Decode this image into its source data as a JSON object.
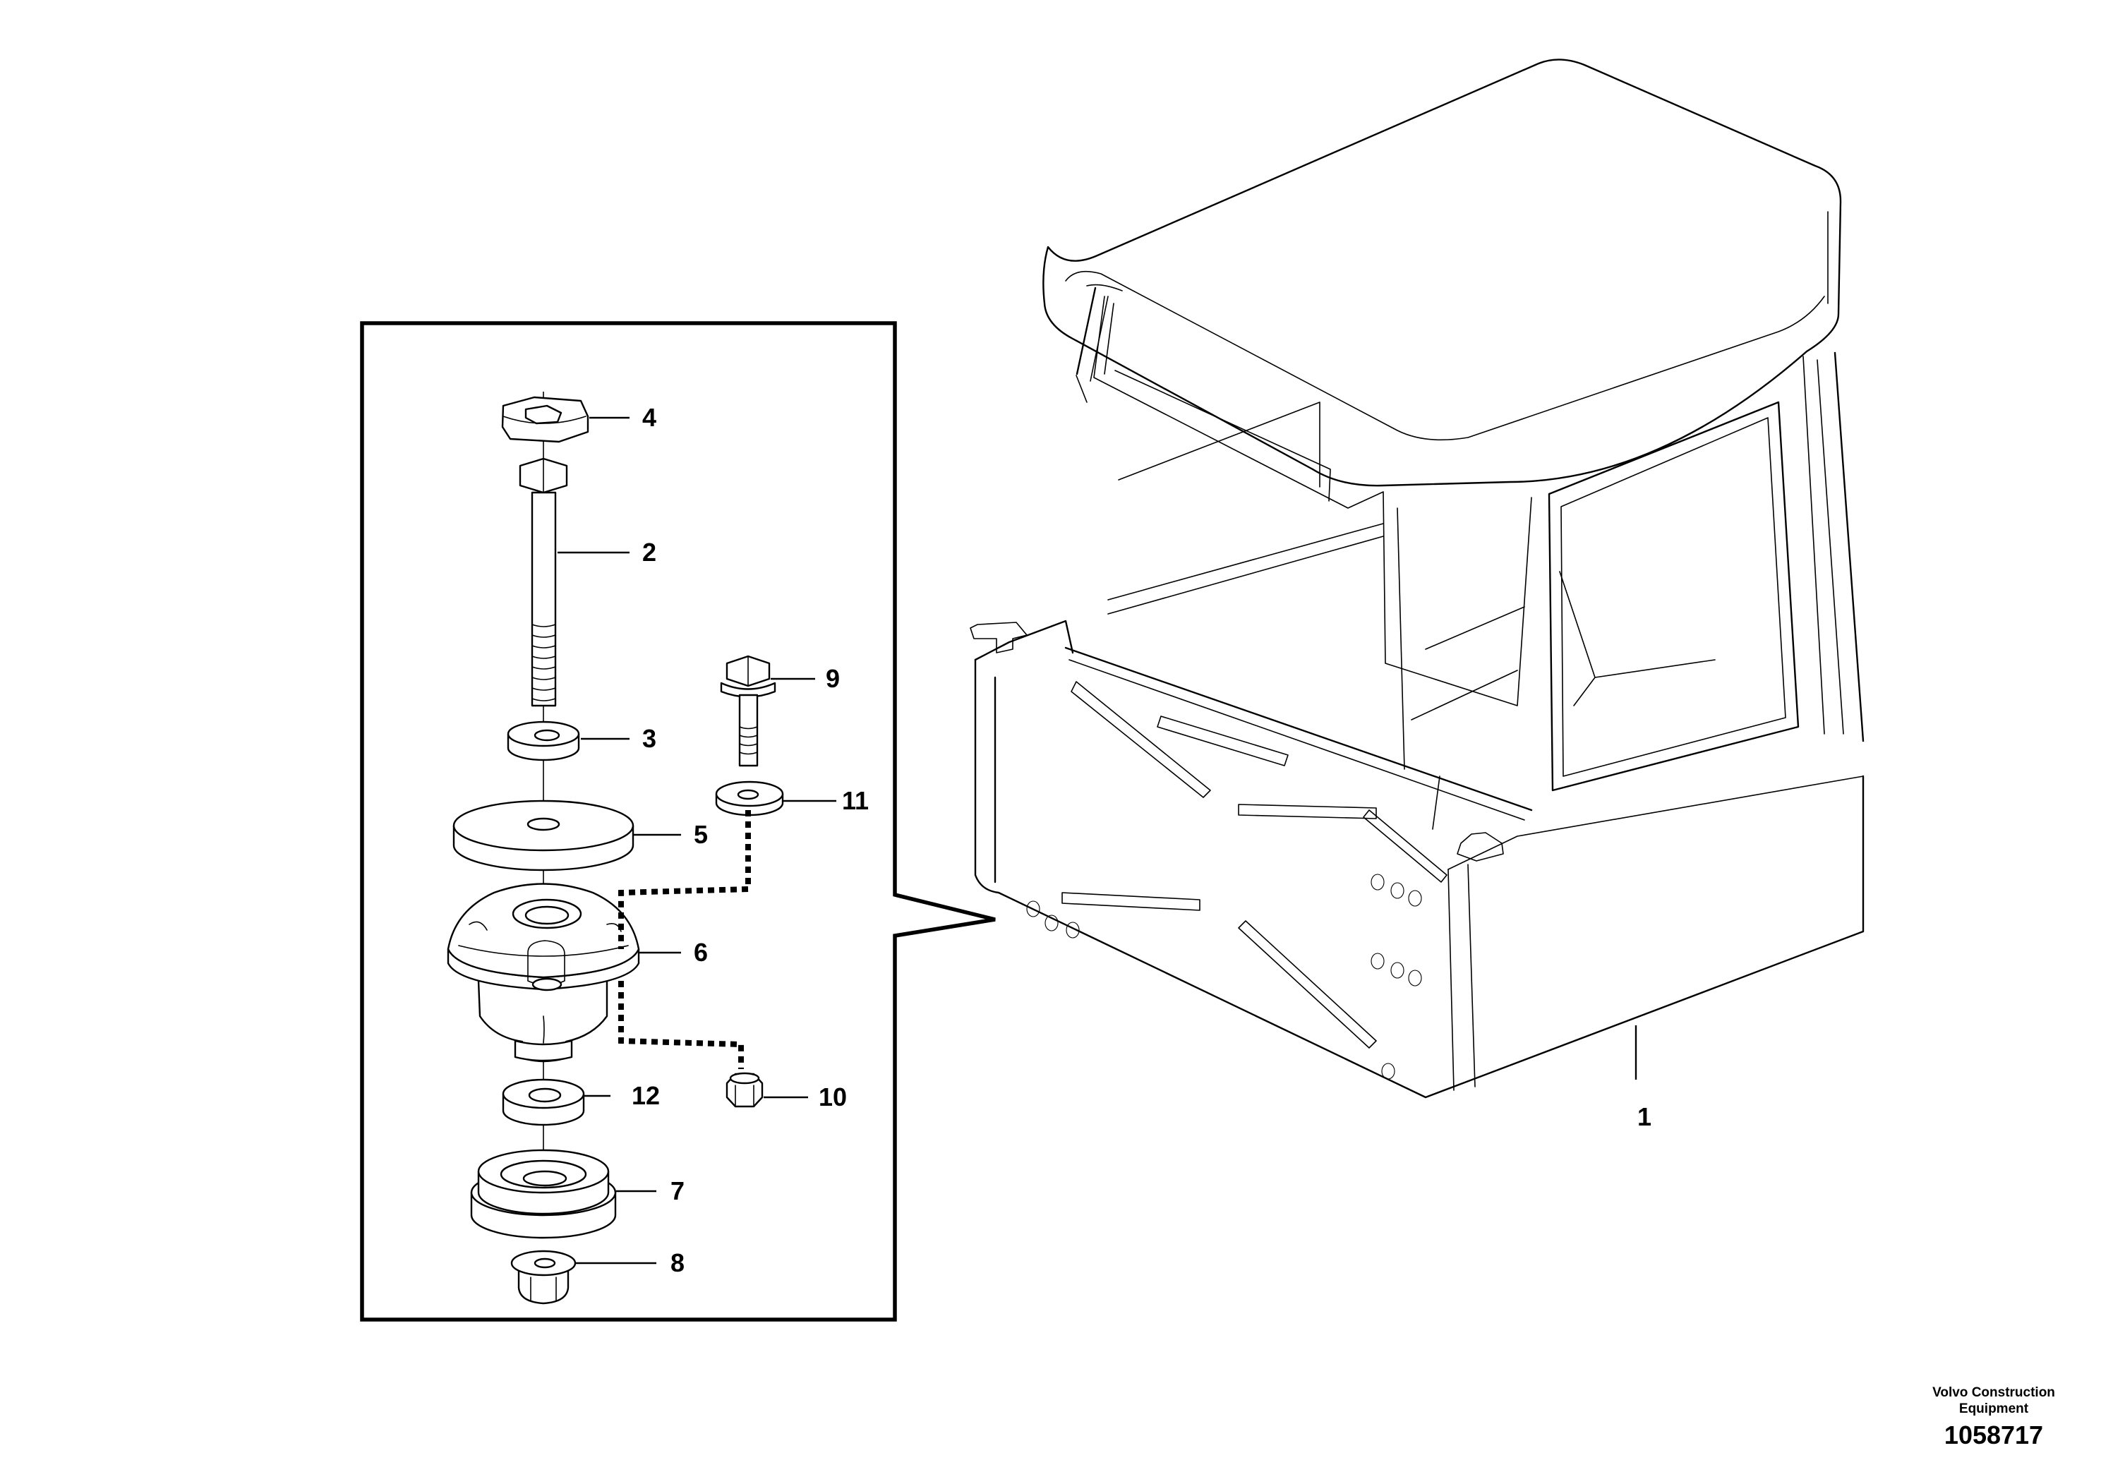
{
  "callouts": {
    "c1": "1",
    "c2": "2",
    "c3": "3",
    "c4": "4",
    "c5": "5",
    "c6": "6",
    "c7": "7",
    "c8": "8",
    "c9": "9",
    "c10": "10",
    "c11": "11",
    "c12": "12"
  },
  "footer": {
    "manufacturer": "Volvo Construction Equipment",
    "drawing_number": "1058717"
  }
}
